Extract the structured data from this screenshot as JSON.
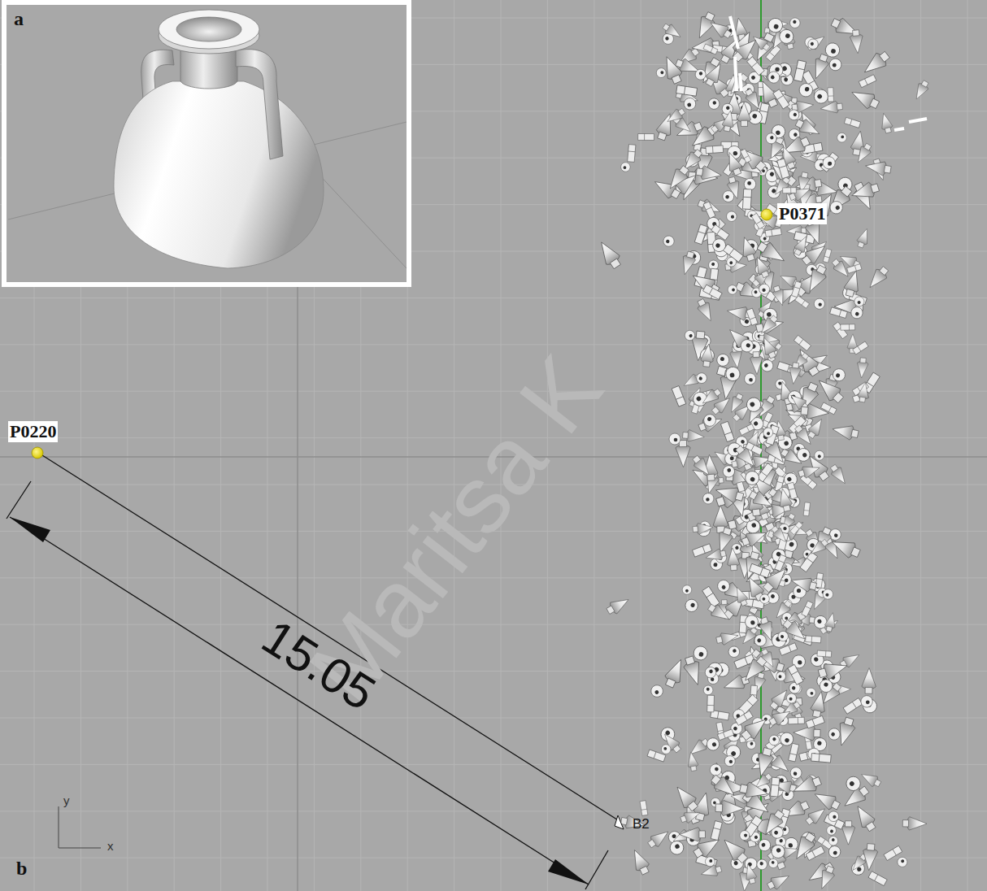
{
  "diagram": {
    "labels": [
      "a",
      "P0371",
      "P0220",
      "15.05",
      "B2",
      "y",
      "x",
      "b",
      "Maritsa K"
    ]
  }
}
